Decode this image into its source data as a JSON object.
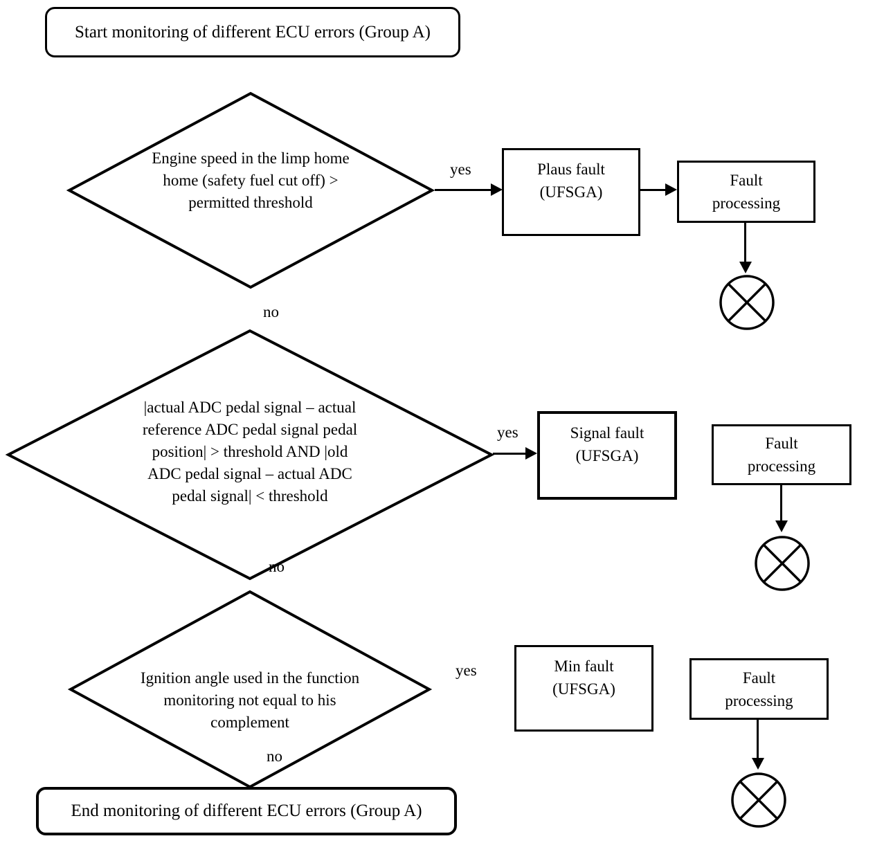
{
  "terminators": {
    "start": "Start monitoring of different ECU errors (Group A)",
    "end": "End monitoring of different ECU errors (Group A)"
  },
  "decisions": [
    {
      "condition": "Engine speed in the limp home home (safety fuel cut off) > permitted threshold",
      "yes_label": "yes",
      "no_label": "no",
      "fault": "Plaus fault (UFSGA)",
      "processing": "Fault processing"
    },
    {
      "condition": "|actual ADC pedal signal – actual reference ADC pedal signal pedal position| > threshold AND |old ADC pedal signal – actual ADC pedal signal| < threshold",
      "yes_label": "yes",
      "no_label": "no",
      "fault": "Signal fault (UFSGA)",
      "processing": "Fault processing"
    },
    {
      "condition": "Ignition angle used in the function monitoring not equal to his complement",
      "yes_label": "yes",
      "no_label": "no",
      "fault": "Min fault (UFSGA)",
      "processing": "Fault processing"
    }
  ],
  "icons": {
    "end_state_symbol": "circle-cross"
  },
  "colors": {
    "stroke": "#000000",
    "background": "#ffffff",
    "text": "#000000"
  }
}
